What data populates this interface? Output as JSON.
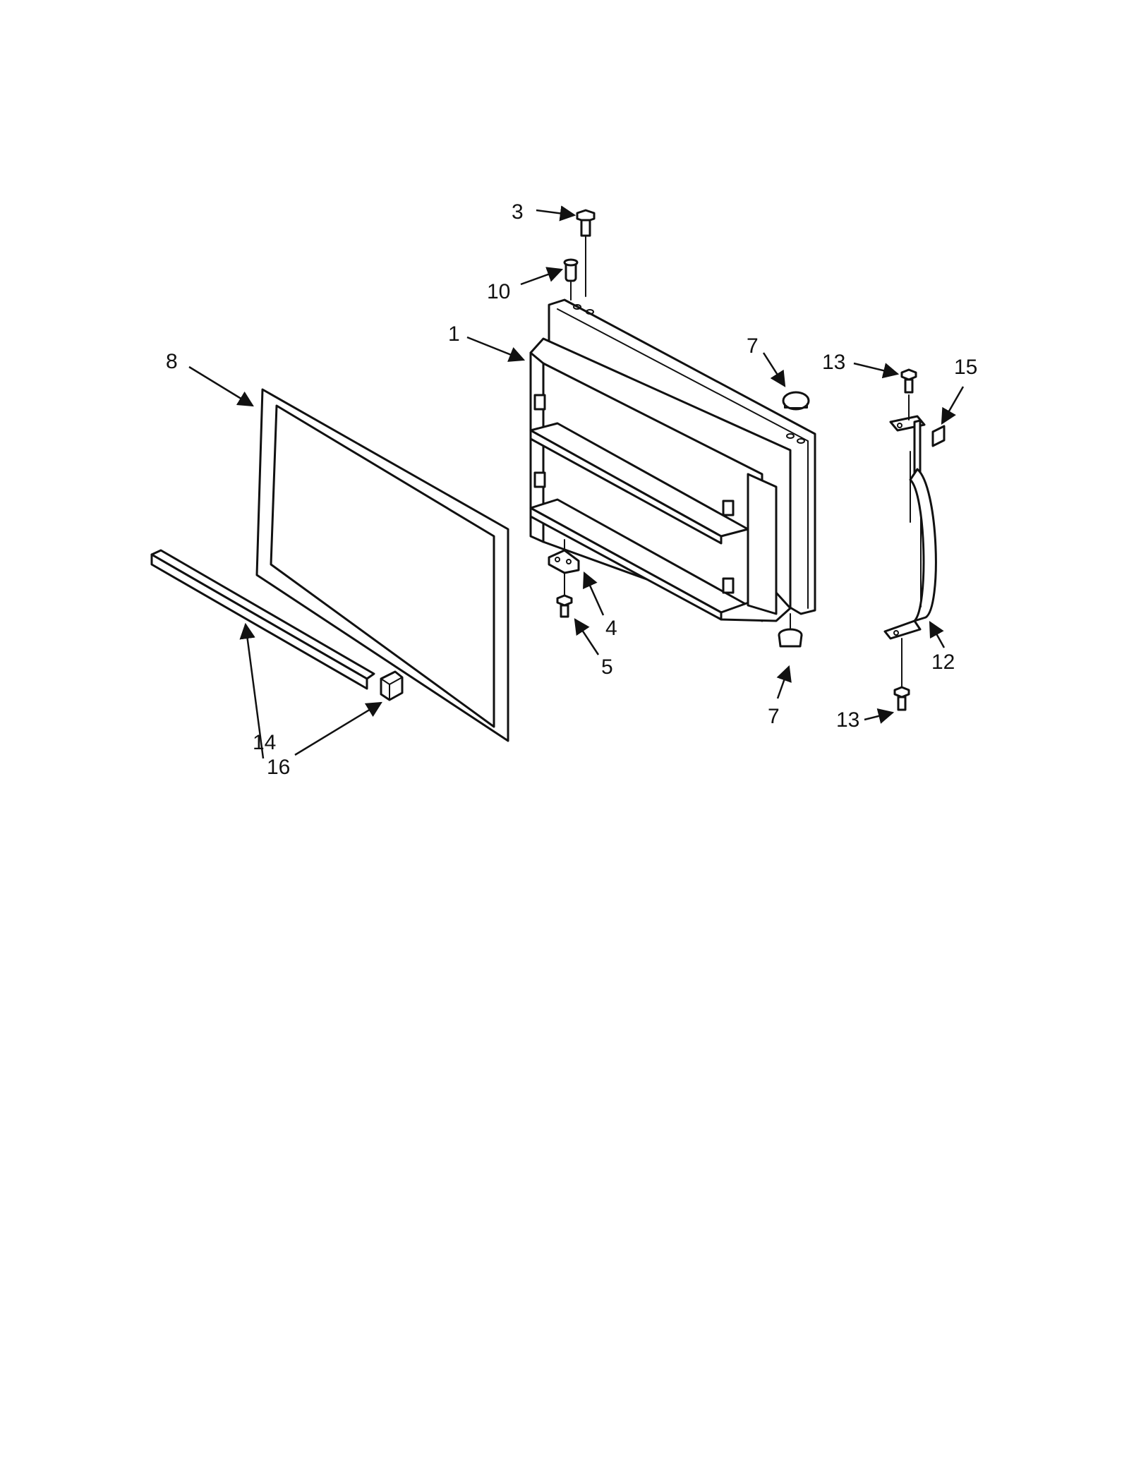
{
  "callouts": {
    "c1": "1",
    "c3": "3",
    "c4": "4",
    "c5": "5",
    "c7_top": "7",
    "c7_bottom": "7",
    "c8": "8",
    "c10": "10",
    "c12": "12",
    "c13_top": "13",
    "c13_bottom": "13",
    "c14": "14",
    "c15": "15",
    "c16": "16"
  },
  "colors": {
    "line": "#111111",
    "background": "#ffffff"
  }
}
